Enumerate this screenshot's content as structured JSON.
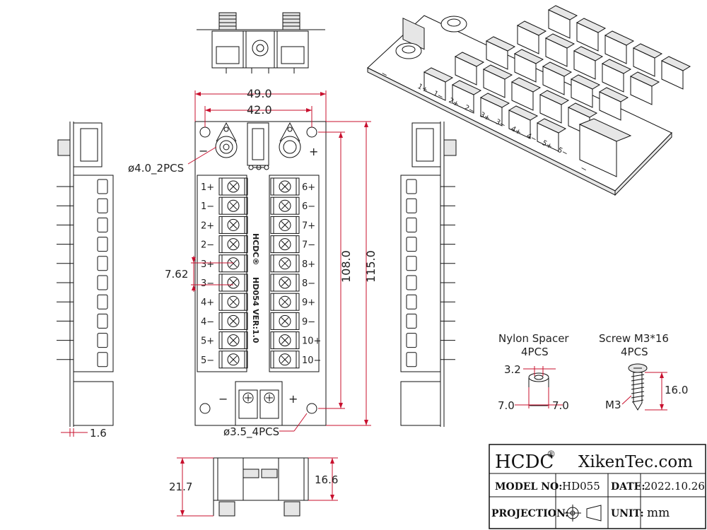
{
  "dims": {
    "width_outer": "49.0",
    "width_holes": "42.0",
    "height_outer": "115.0",
    "height_holes": "108.0",
    "pitch": "7.62",
    "big_hole": "ø4.0_2PCS",
    "mount_hole": "ø3.5_4PCS",
    "pcb_thickness": "1.6",
    "bottom_height": "21.7",
    "bottom_height2": "16.6"
  },
  "board": {
    "minus": "−",
    "plus": "+",
    "left_labels": [
      "1+",
      "1−",
      "2+",
      "2−",
      "3+",
      "3−",
      "4+",
      "4−",
      "5+",
      "5−"
    ],
    "right_labels": [
      "6+",
      "6−",
      "7+",
      "7−",
      "8+",
      "8−",
      "9+",
      "9−",
      "10+",
      "10−"
    ],
    "silk_brand": "HCDC®",
    "silk_model": "HD054 VER:1.0"
  },
  "iso_labels": [
    "1+",
    "1−",
    "2+",
    "2−",
    "3+",
    "3−",
    "4+",
    "4−",
    "5+",
    "5−"
  ],
  "iso_pm": {
    "minus": "−",
    "plus": "+",
    "bottom_minus": "−",
    "left_minus": "−"
  },
  "spacer": {
    "title": "Nylon Spacer",
    "qty": "4PCS",
    "inner": "3.2",
    "outer_left": "7.0",
    "outer_right": "7.0"
  },
  "screw": {
    "title": "Screw M3*16",
    "qty": "4PCS",
    "length": "16.0",
    "thread": "M3"
  },
  "title_block": {
    "brand": "HCDC",
    "reg": "®",
    "website": "XikenTec.com",
    "model_label": "MODEL NO:",
    "model_value": "HD055",
    "date_label": "DATE:",
    "date_value": "2022.10.26",
    "projection_label": "PROJECTION:",
    "unit_label": "UNIT:",
    "unit_value": "mm"
  }
}
